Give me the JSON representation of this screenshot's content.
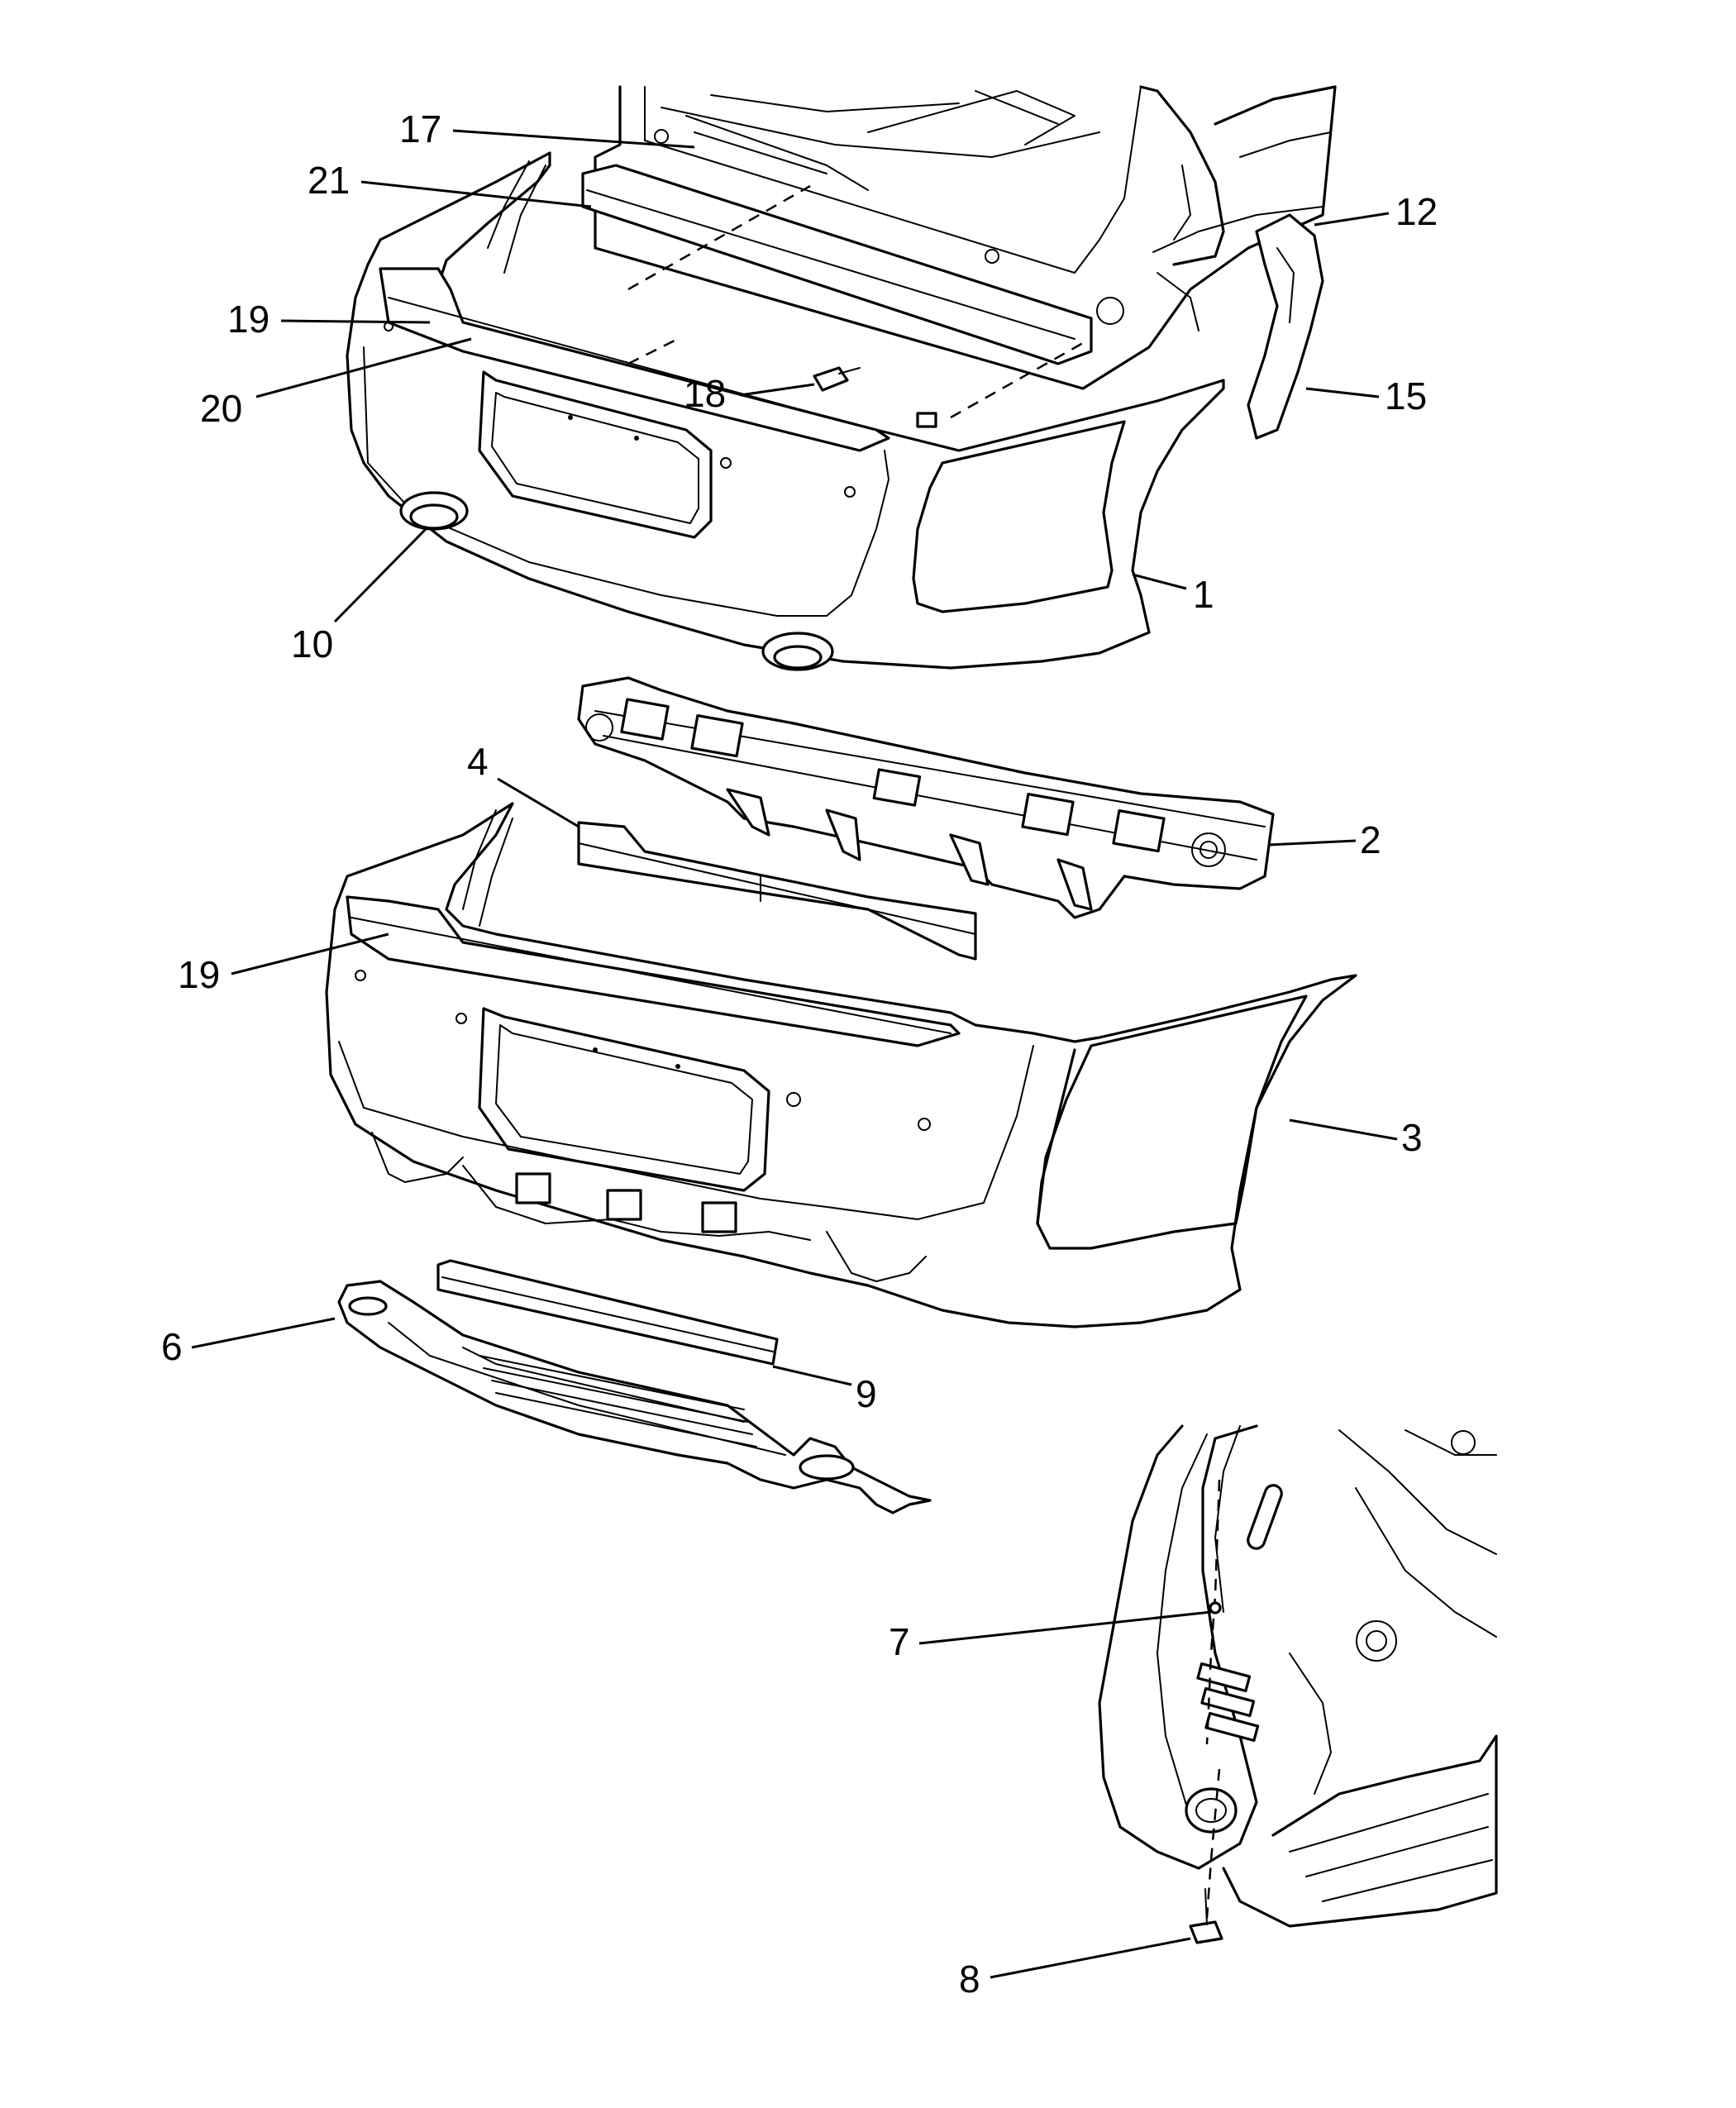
{
  "callouts": [
    {
      "id": "c17",
      "label": "17"
    },
    {
      "id": "c21",
      "label": "21"
    },
    {
      "id": "c12",
      "label": "12"
    },
    {
      "id": "c19a",
      "label": "19"
    },
    {
      "id": "c20",
      "label": "20"
    },
    {
      "id": "c18",
      "label": "18"
    },
    {
      "id": "c15",
      "label": "15"
    },
    {
      "id": "c1",
      "label": "1"
    },
    {
      "id": "c10",
      "label": "10"
    },
    {
      "id": "c4",
      "label": "4"
    },
    {
      "id": "c2",
      "label": "2"
    },
    {
      "id": "c19b",
      "label": "19"
    },
    {
      "id": "c3",
      "label": "3"
    },
    {
      "id": "c6",
      "label": "6"
    },
    {
      "id": "c9",
      "label": "9"
    },
    {
      "id": "c7",
      "label": "7"
    },
    {
      "id": "c8",
      "label": "8"
    }
  ]
}
